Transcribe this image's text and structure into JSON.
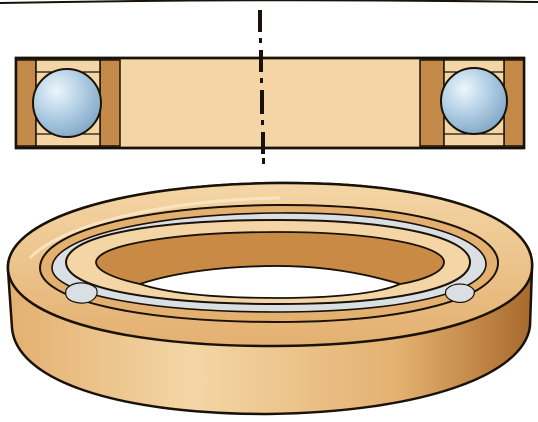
{
  "illustration": {
    "subject": "ball-bearing",
    "views": [
      "cross-section",
      "perspective"
    ],
    "colors": {
      "background": "#ffffff",
      "outline": "#1a1208",
      "ring_light": "#f4d6a6",
      "ring_mid": "#e3b070",
      "ring_dark": "#c98a45",
      "ring_shadow": "#a8692c",
      "cage_brown": "#c48a4a",
      "ball_fill": "#b7d3e8",
      "ball_highlight": "#eef6fb",
      "ball_shadow": "#7fa6c4",
      "steel_grey": "#d9dfe3"
    }
  }
}
